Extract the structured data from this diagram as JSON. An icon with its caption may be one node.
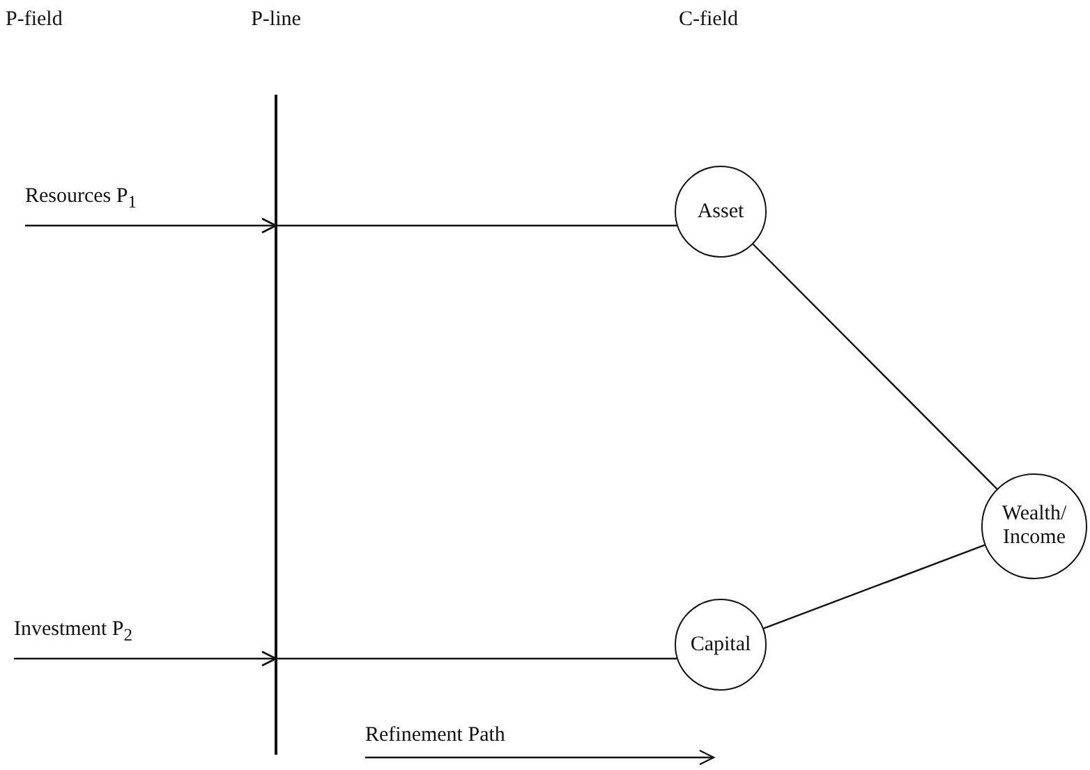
{
  "diagram": {
    "nodes": [
      {
        "text": [
          "Resources P$_{1}$"
        ]
      },
      {
        "text": [
          "Investment P$_{2}$"
        ]
      },
      {
        "text": [
          "P-line"
        ]
      },
      {
        "text": [
          "Asset"
        ]
      },
      {
        "text": [
          "Capital"
        ]
      },
      {
        "text": [
          "Wealth/ Income"
        ]
      }
    ],
    "edges": [
      {
        "from": 0,
        "to": 2,
        "arrow": "to"
      },
      {
        "from": 1,
        "to": 2,
        "arrow": "to"
      },
      {
        "from": 2,
        "to": 3,
        "arrow": "none"
      },
      {
        "from": 2,
        "to": 4,
        "arrow": "none"
      },
      {
        "from": 3,
        "to": 5,
        "arrow": "none"
      },
      {
        "from": 4,
        "to": 5,
        "arrow": "none"
      }
    ],
    "labels": [
      "P-field",
      "C-field",
      "Refinement Path"
    ]
  }
}
